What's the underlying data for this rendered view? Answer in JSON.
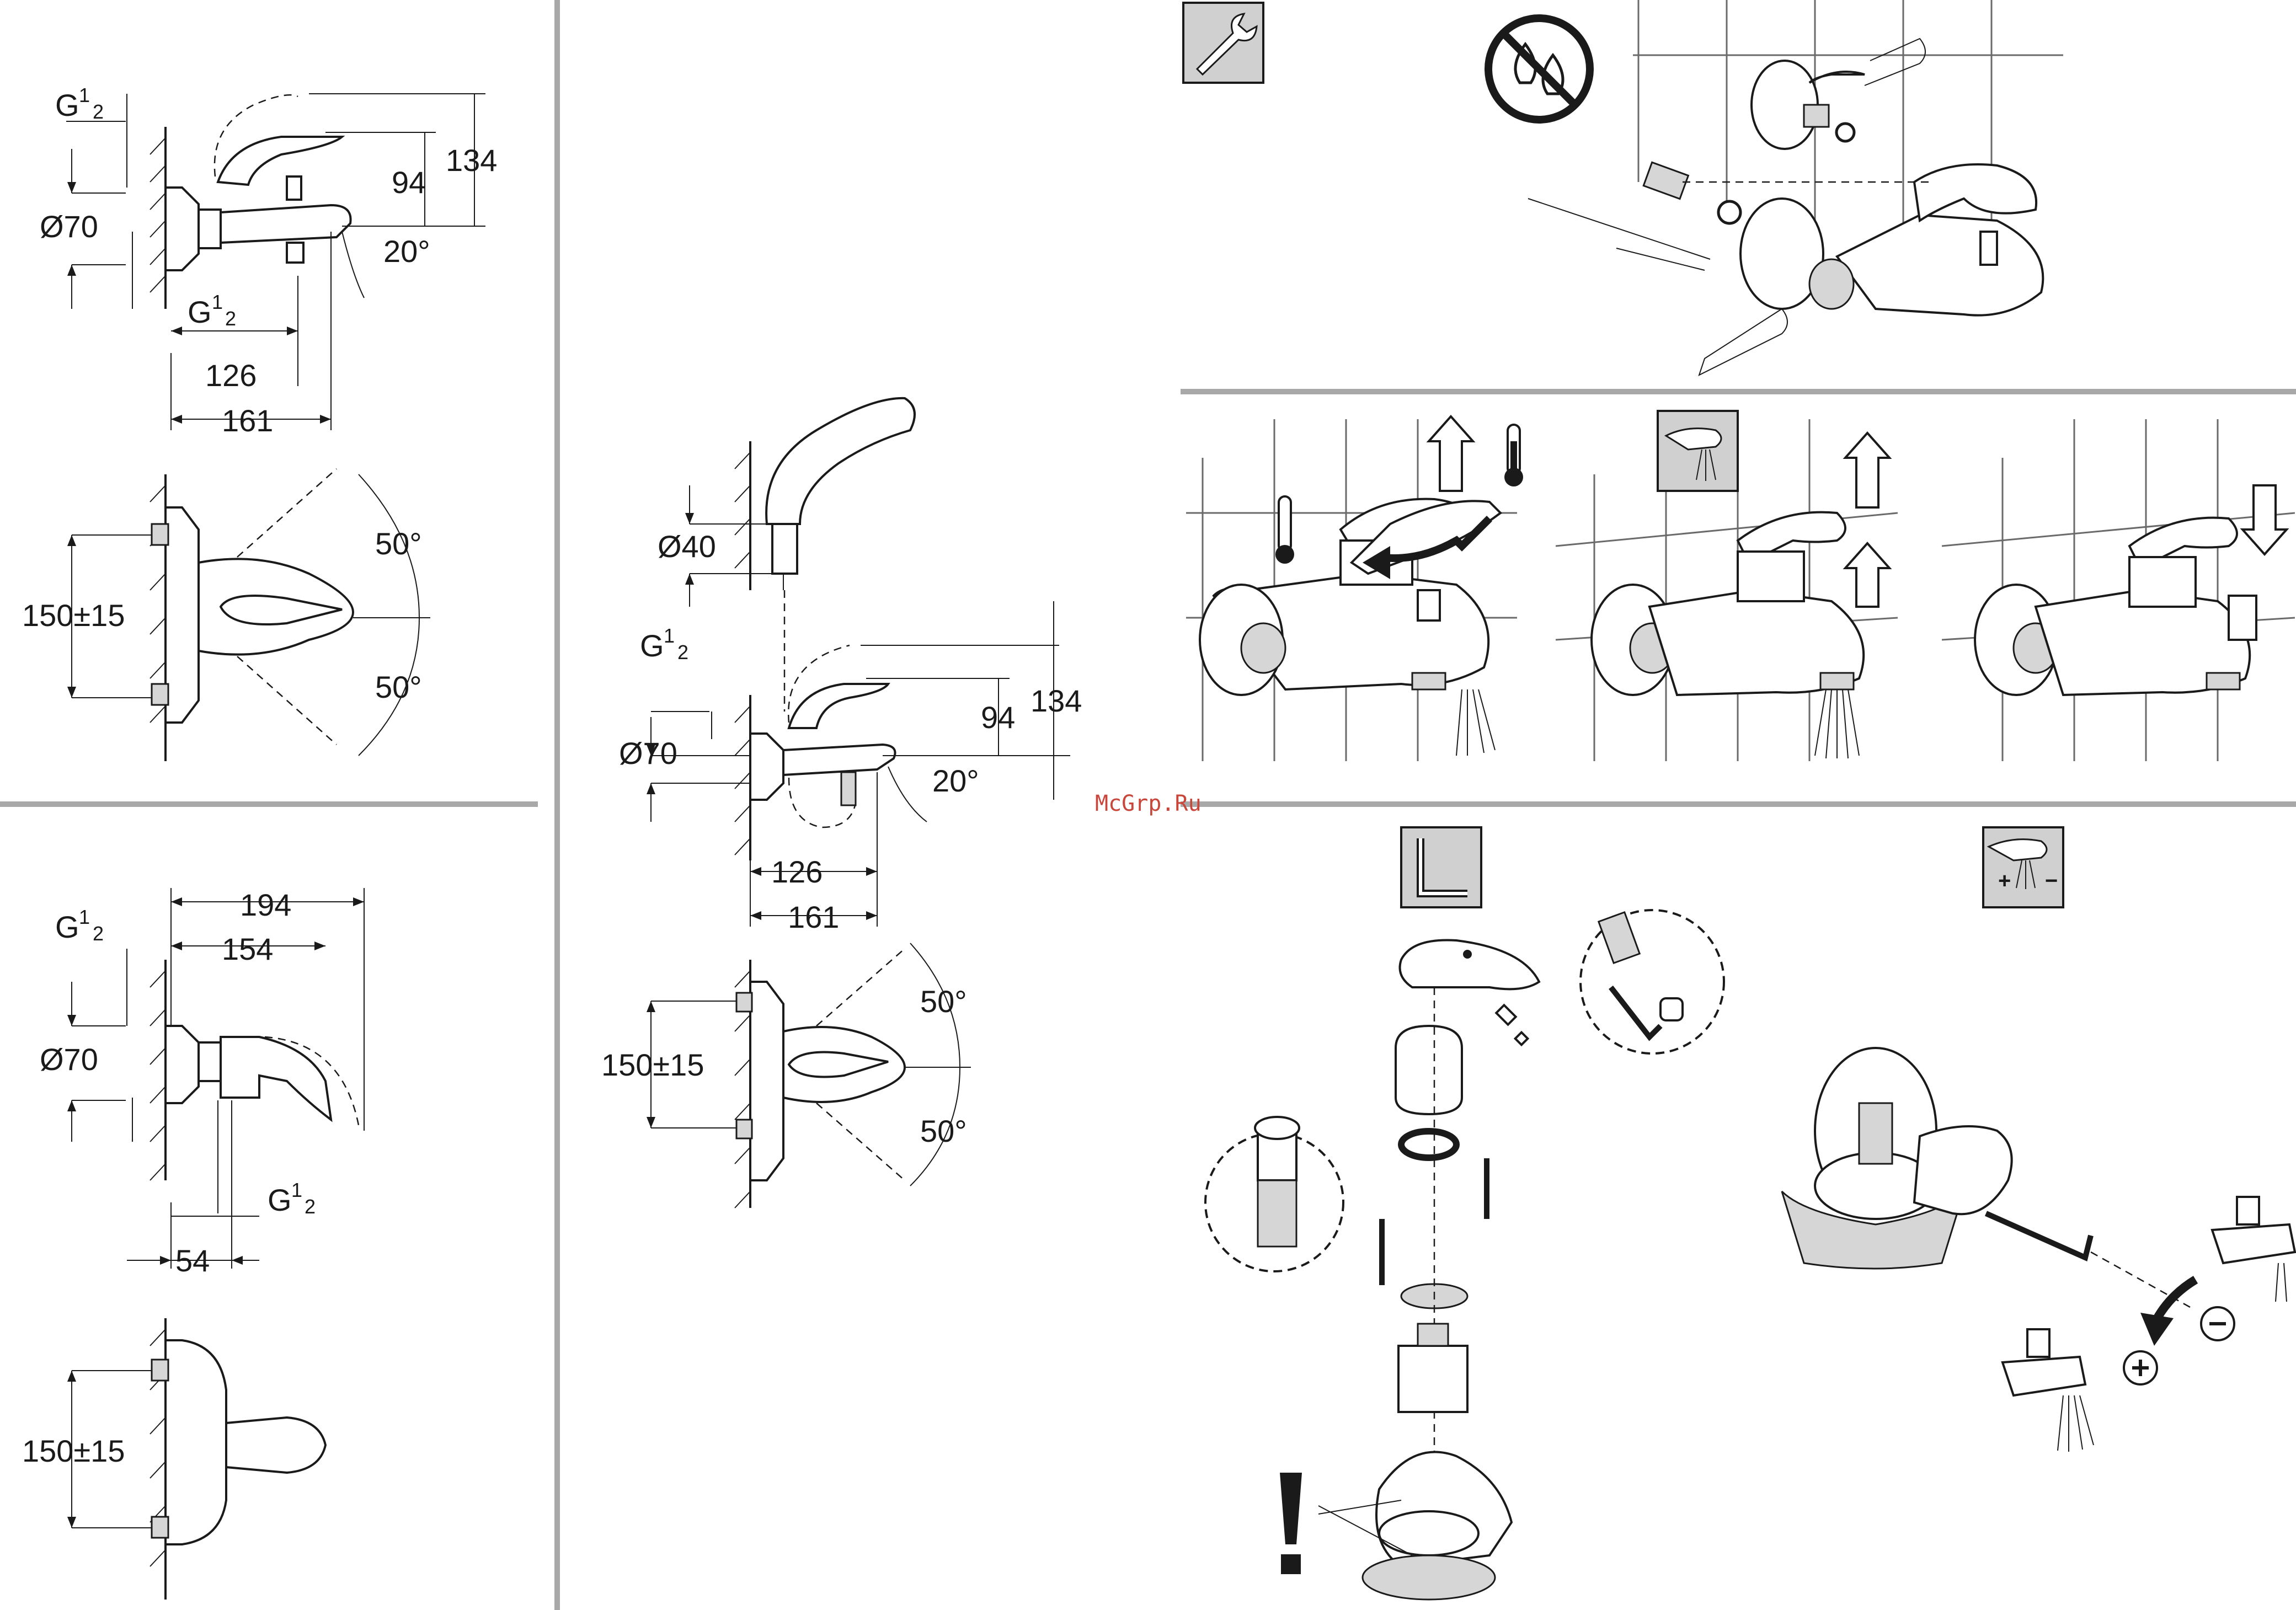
{
  "watermark": "McGrp.Ru",
  "bath_mixer_side": {
    "g_top": "G",
    "g_top_sup": "1",
    "g_top_sub": "2",
    "dia": "Ø70",
    "d94": "94",
    "d134": "134",
    "ang": "20°",
    "g_bottom": "G",
    "g_bottom_sup": "1",
    "g_bottom_sub": "2",
    "d126": "126",
    "d161": "161"
  },
  "bath_mixer_front": {
    "dist": "150±15",
    "ang_top": "50°",
    "ang_bottom": "50°"
  },
  "shower_mixer_side": {
    "d194": "194",
    "d154": "154",
    "g_top": "G",
    "g_top_sup": "1",
    "g_top_sub": "2",
    "dia": "Ø70",
    "g_bottom": "G",
    "g_bottom_sup": "1",
    "g_bottom_sub": "2",
    "d54": "54"
  },
  "shower_mixer_front": {
    "dist": "150±15"
  },
  "handshower_side": {
    "dia40": "Ø40",
    "g": "G",
    "g_sup": "1",
    "g_sub": "2",
    "dia70": "Ø70",
    "d94": "94",
    "d134": "134",
    "ang": "20°",
    "d126": "126",
    "d161": "161"
  },
  "handshower_front": {
    "dist": "150±15",
    "ang_top": "50°",
    "ang_bottom": "50°"
  },
  "icons": [
    "wrench-icon",
    "no-sealant-icon",
    "thermometer-hot-icon",
    "thermometer-cold-icon",
    "spray-icon",
    "hex-key-icon",
    "flow-adjust-icon",
    "warning-icon"
  ],
  "flow_adjust": {
    "plus": "+",
    "minus": "−"
  },
  "warning": {
    "mark": "!"
  }
}
